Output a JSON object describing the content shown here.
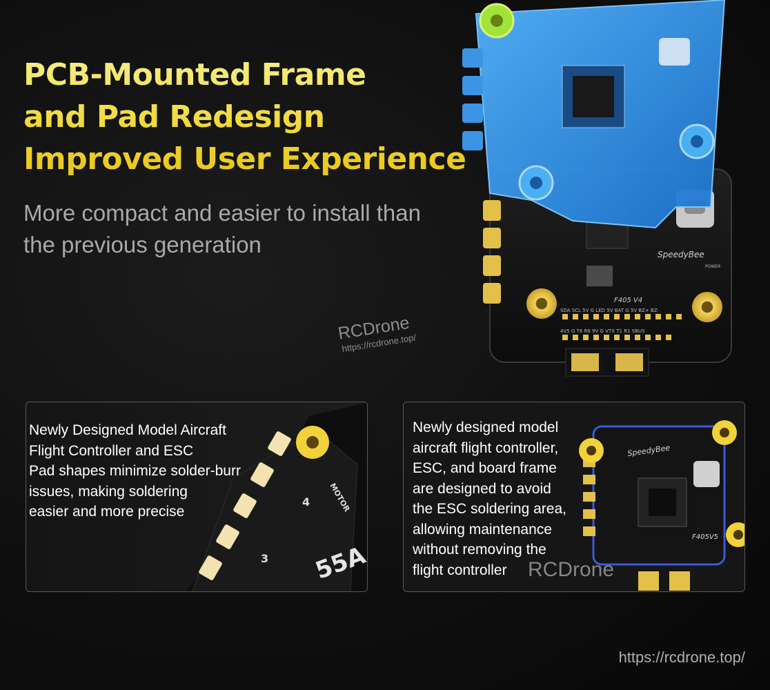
{
  "headline": {
    "line1": "PCB-Mounted Frame",
    "line2": "and Pad Redesign",
    "line3": "Improved User Experience"
  },
  "subhead": {
    "line1": "More compact and easier to install than",
    "line2": "the previous generation"
  },
  "watermark": {
    "brand": "RCDrone",
    "url": "https://rcdrone.top/"
  },
  "hero_board": {
    "brand_label": "SpeedyBee",
    "model_label": "F405 V4",
    "pin_row_top": "SDA SCL 5V  G  LED 5V BAT G  5V BZ+ BZ-",
    "pin_row_bottom": "4V5  G  T6  R6 9V  G  VTX T1  R1 SBUS",
    "power_label": "POWER"
  },
  "card_left": {
    "lines": [
      "Newly Designed Model Aircraft",
      "Flight Controller and ESC",
      "Pad shapes minimize solder-burr",
      "issues, making soldering",
      "easier and more precise"
    ],
    "board_text": {
      "motor": "MOTOR",
      "num4": "4",
      "num3": "3",
      "rating": "55A"
    }
  },
  "card_right": {
    "lines": [
      "Newly designed model",
      "aircraft flight controller,",
      "ESC, and board frame",
      "are designed to avoid",
      "the ESC soldering area,",
      "allowing maintenance",
      "without removing the",
      "flight controller"
    ],
    "watermark": "RCDrone",
    "board_text": {
      "brand": "SpeedyBee",
      "model": "F405V5"
    }
  },
  "footer": {
    "url": "https://rcdrone.top/"
  },
  "colors": {
    "background": "#0d0d0d",
    "headline_gold": "#f1d93c",
    "subhead_gray": "#a9a9a9",
    "pcb_blue": "#2f8fe0",
    "pcb_black": "#141414",
    "pad_gold": "#e3c04a"
  }
}
